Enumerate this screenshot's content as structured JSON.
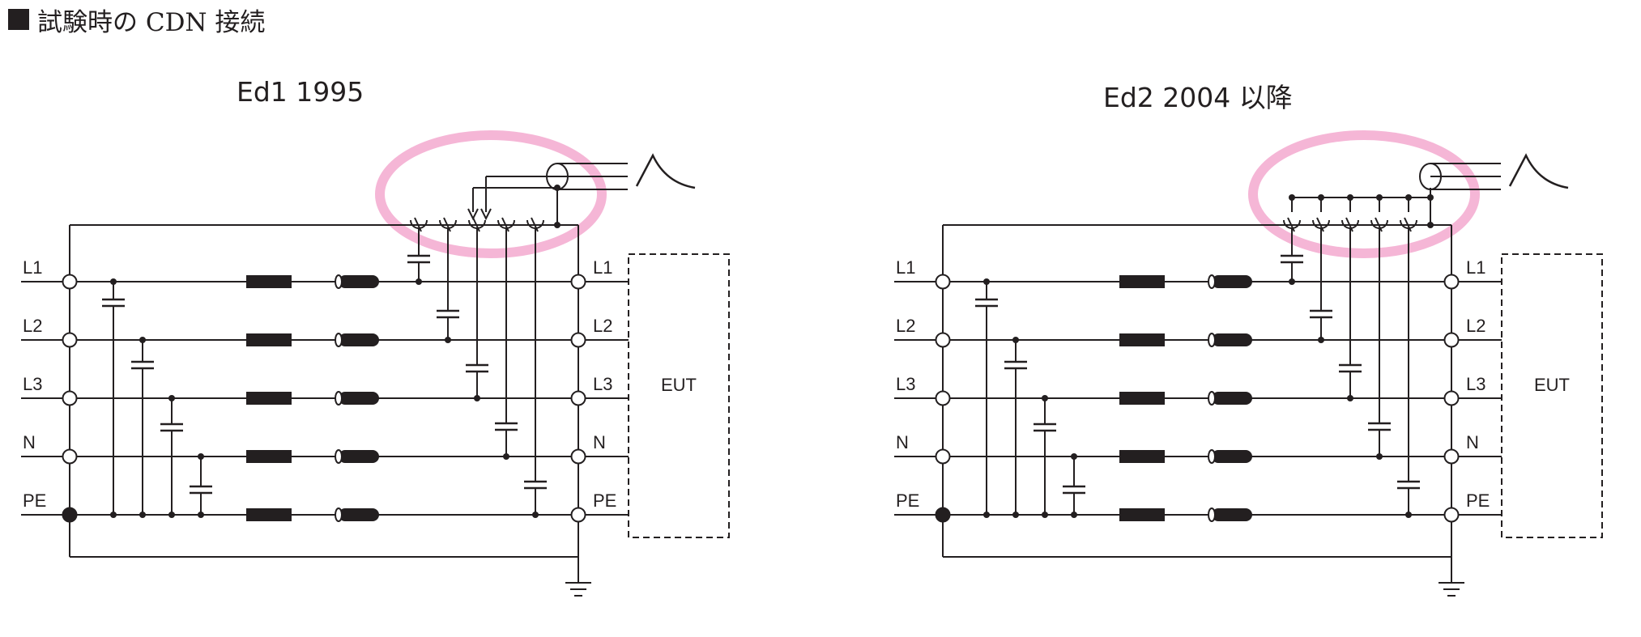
{
  "heading": "試験時の CDN 接続",
  "panels": [
    {
      "title": "Ed1 1995",
      "line_labels_left": [
        "L1",
        "L2",
        "L3",
        "N",
        "PE"
      ],
      "line_labels_right": [
        "L1",
        "L2",
        "L3",
        "N",
        "PE"
      ],
      "eut_label": "EUT"
    },
    {
      "title": "Ed2 2004 以降",
      "line_labels_left": [
        "L1",
        "L2",
        "L3",
        "N",
        "PE"
      ],
      "line_labels_right": [
        "L1",
        "L2",
        "L3",
        "N",
        "PE"
      ],
      "eut_label": "EUT"
    }
  ],
  "colors": {
    "line": "#231f20",
    "highlight": "#f5b6d6",
    "background": "#ffffff"
  }
}
